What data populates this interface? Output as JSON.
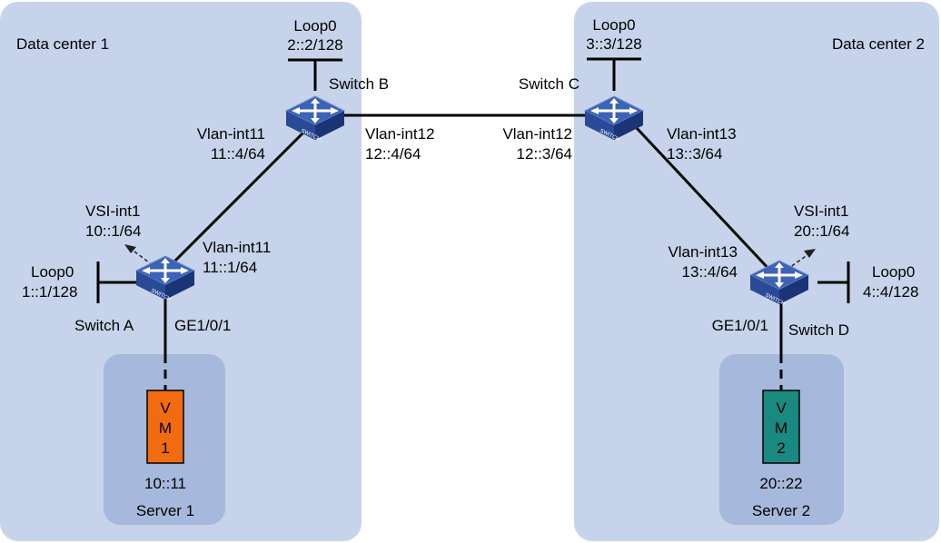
{
  "colors": {
    "datacenter_bg": "#c7d3ea",
    "server_bg": "#a6b8dc",
    "switch_top": "#3d63b5",
    "switch_side": "#1f3d84",
    "vm1": "#f26b10",
    "vm2": "#1a8a80",
    "link": "#000000"
  },
  "data_centers": [
    {
      "name": "Data center 1"
    },
    {
      "name": "Data center 2"
    }
  ],
  "servers": [
    {
      "name": "Server 1",
      "vm_lines": [
        "V",
        "M",
        "1"
      ],
      "vm_ip": "10::11"
    },
    {
      "name": "Server 2",
      "vm_lines": [
        "V",
        "M",
        "2"
      ],
      "vm_ip": "20::22"
    }
  ],
  "switches": {
    "a": {
      "name": "Switch A",
      "icon_label": "SWITCH",
      "loopback": {
        "name": "Loop0",
        "ip": "1::1/128"
      },
      "vsi": {
        "name": "VSI-int1",
        "ip": "10::1/64"
      },
      "uplink": {
        "name": "Vlan-int11",
        "ip": "11::1/64"
      },
      "downlink_port": "GE1/0/1"
    },
    "b": {
      "name": "Switch B",
      "icon_label": "SWITCH",
      "loopback": {
        "name": "Loop0",
        "ip": "2::2/128"
      },
      "to_a": {
        "name": "Vlan-int11",
        "ip": "11::4/64"
      },
      "to_c": {
        "name": "Vlan-int12",
        "ip": "12::4/64"
      }
    },
    "c": {
      "name": "Switch C",
      "icon_label": "SWITCH",
      "loopback": {
        "name": "Loop0",
        "ip": "3::3/128"
      },
      "to_b": {
        "name": "Vlan-int12",
        "ip": "12::3/64"
      },
      "to_d": {
        "name": "Vlan-int13",
        "ip": "13::3/64"
      }
    },
    "d": {
      "name": "Switch D",
      "icon_label": "SWITCH",
      "loopback": {
        "name": "Loop0",
        "ip": "4::4/128"
      },
      "vsi": {
        "name": "VSI-int1",
        "ip": "20::1/64"
      },
      "uplink": {
        "name": "Vlan-int13",
        "ip": "13::4/64"
      },
      "downlink_port": "GE1/0/1"
    }
  }
}
